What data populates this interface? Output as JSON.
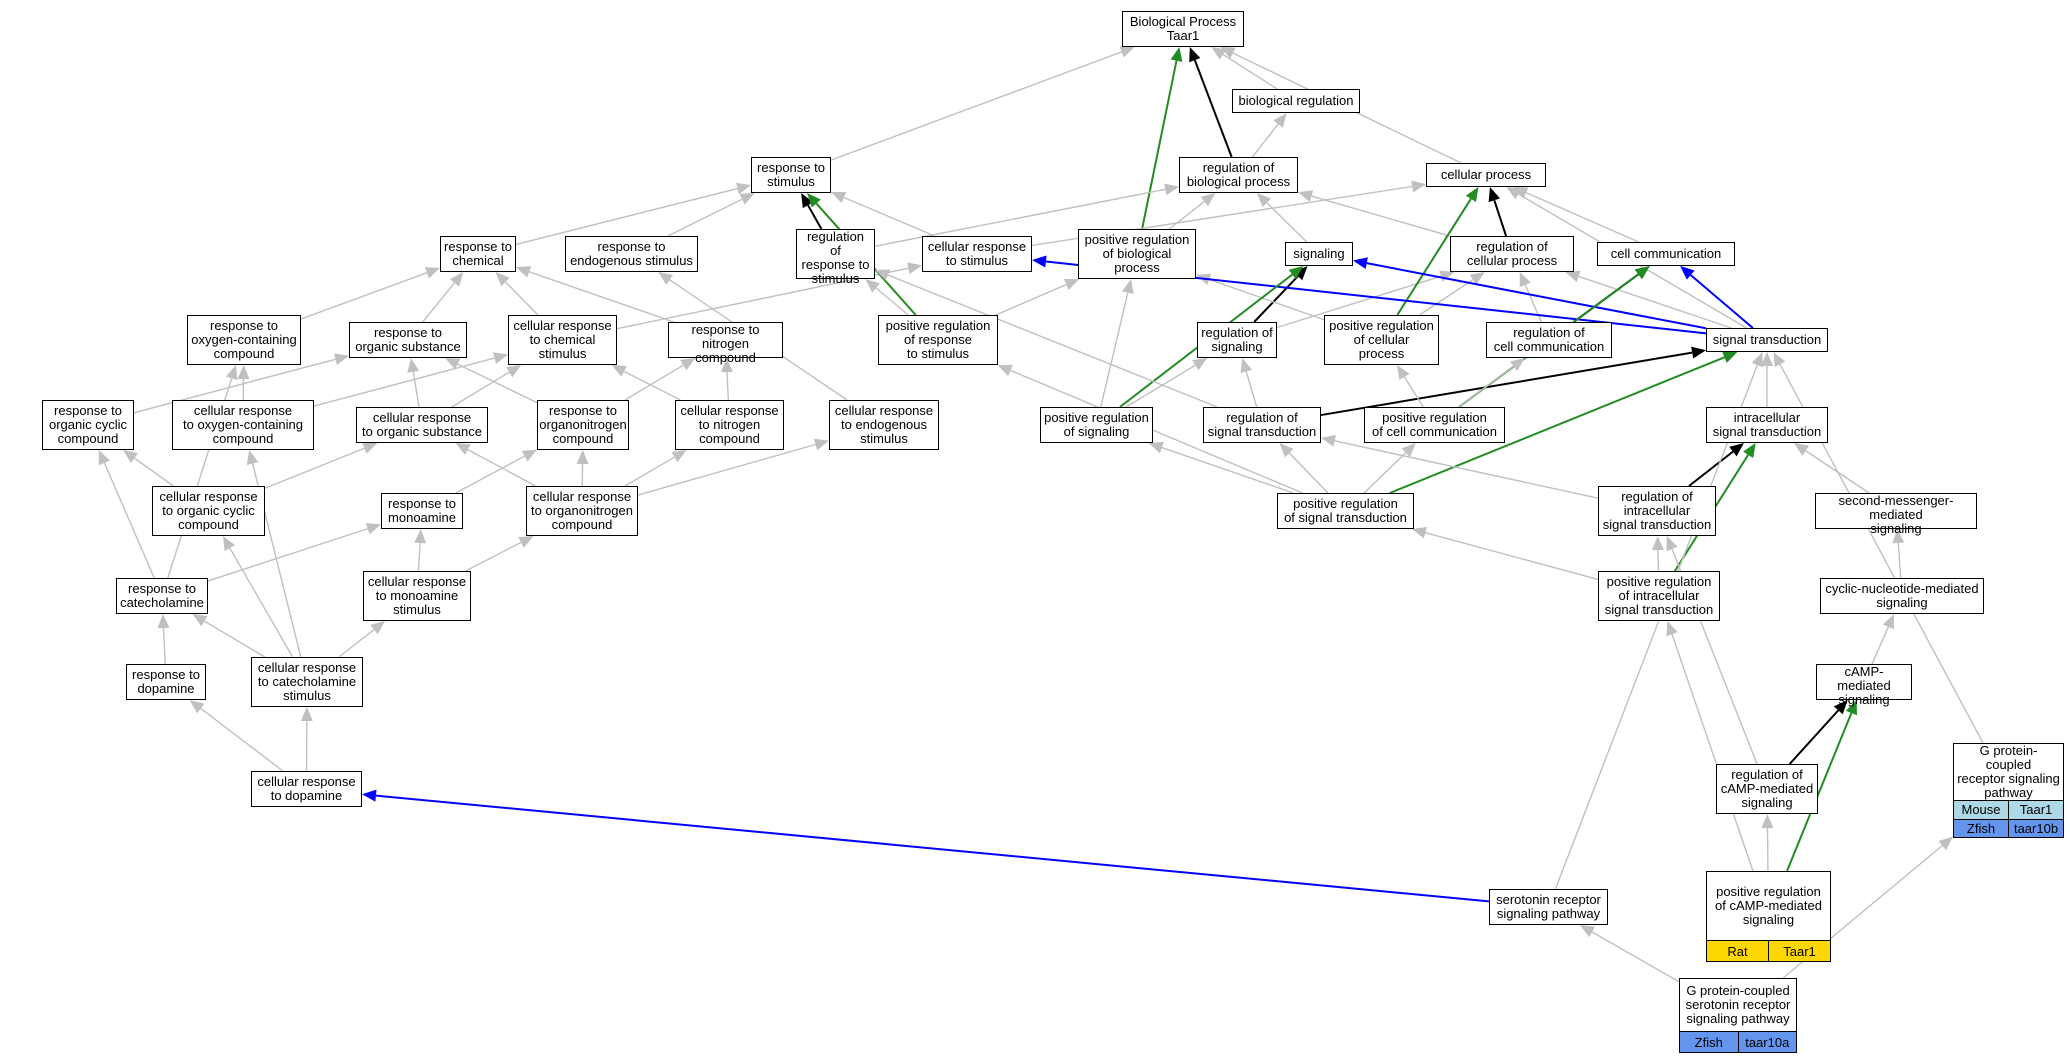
{
  "colors": {
    "edge_default": "#c0c0c0",
    "edge_regulates": "#000000",
    "edge_positively_regulates": "#228b22",
    "edge_part_of": "#0000ff",
    "species_mouse": "#add8e6",
    "species_zfish": "#6495ed",
    "species_rat": "#ffd700"
  },
  "nodes": [
    {
      "id": "bp",
      "label": "Biological Process\nTaar1"
    },
    {
      "id": "bioreg",
      "label": "biological regulation"
    },
    {
      "id": "resp_stim",
      "label": "response to\nstimulus"
    },
    {
      "id": "reg_bp",
      "label": "regulation of\nbiological process"
    },
    {
      "id": "cell_proc",
      "label": "cellular process"
    },
    {
      "id": "resp_chem",
      "label": "response to\nchemical"
    },
    {
      "id": "resp_endo",
      "label": "response to\nendogenous stimulus"
    },
    {
      "id": "reg_resp_stim",
      "label": "regulation of\nresponse to\nstimulus"
    },
    {
      "id": "cell_resp_stim",
      "label": "cellular response\nto stimulus"
    },
    {
      "id": "pos_reg_bp",
      "label": "positive regulation\nof biological\nprocess"
    },
    {
      "id": "signaling",
      "label": "signaling"
    },
    {
      "id": "reg_cell_proc",
      "label": "regulation of\ncellular process"
    },
    {
      "id": "cell_comm",
      "label": "cell communication"
    },
    {
      "id": "resp_oxy",
      "label": "response to\noxygen-containing\ncompound"
    },
    {
      "id": "resp_org",
      "label": "response to\norganic substance"
    },
    {
      "id": "cell_resp_chem",
      "label": "cellular response\nto chemical\nstimulus"
    },
    {
      "id": "resp_nitro",
      "label": "response to\nnitrogen compound"
    },
    {
      "id": "pos_reg_resp_stim",
      "label": "positive regulation\nof response\nto stimulus"
    },
    {
      "id": "reg_signaling",
      "label": "regulation of\nsignaling"
    },
    {
      "id": "pos_reg_cell_proc",
      "label": "positive regulation\nof cellular\nprocess"
    },
    {
      "id": "reg_cell_comm",
      "label": "regulation of\ncell communication"
    },
    {
      "id": "sig_trans",
      "label": "signal transduction"
    },
    {
      "id": "resp_org_cyc",
      "label": "response to\norganic cyclic\ncompound"
    },
    {
      "id": "cell_resp_oxy",
      "label": "cellular response\nto oxygen-containing\ncompound"
    },
    {
      "id": "cell_resp_org",
      "label": "cellular response\nto organic substance"
    },
    {
      "id": "resp_organonitro",
      "label": "response to\norganonitrogen\ncompound"
    },
    {
      "id": "cell_resp_nitro",
      "label": "cellular response\nto nitrogen\ncompound"
    },
    {
      "id": "cell_resp_endo",
      "label": "cellular response\nto endogenous\nstimulus"
    },
    {
      "id": "pos_reg_signaling",
      "label": "positive regulation\nof signaling"
    },
    {
      "id": "reg_sig_trans",
      "label": "regulation of\nsignal transduction"
    },
    {
      "id": "pos_reg_cell_comm",
      "label": "positive regulation\nof cell communication"
    },
    {
      "id": "intra_sig",
      "label": "intracellular\nsignal transduction"
    },
    {
      "id": "cell_resp_org_cyc",
      "label": "cellular response\nto organic cyclic\ncompound"
    },
    {
      "id": "resp_mono",
      "label": "response to\nmonoamine"
    },
    {
      "id": "cell_resp_organonitro",
      "label": "cellular response\nto organonitrogen\ncompound"
    },
    {
      "id": "pos_reg_sig_trans",
      "label": "positive regulation\nof signal transduction"
    },
    {
      "id": "reg_intra",
      "label": "regulation of\nintracellular\nsignal transduction"
    },
    {
      "id": "second_msg",
      "label": "second-messenger-mediated\nsignaling"
    },
    {
      "id": "resp_cat",
      "label": "response to\ncatecholamine"
    },
    {
      "id": "cell_resp_mono",
      "label": "cellular response\nto monoamine\nstimulus"
    },
    {
      "id": "pos_reg_intra",
      "label": "positive regulation\nof intracellular\nsignal transduction"
    },
    {
      "id": "cyc_nuc",
      "label": "cyclic-nucleotide-mediated\nsignaling"
    },
    {
      "id": "resp_dop",
      "label": "response to\ndopamine"
    },
    {
      "id": "cell_resp_cat",
      "label": "cellular response\nto catecholamine\nstimulus"
    },
    {
      "id": "camp",
      "label": "cAMP-mediated\nsignaling"
    },
    {
      "id": "gpcr",
      "label": "G protein-coupled\nreceptor signaling\npathway",
      "genes": [
        {
          "species": "Mouse",
          "gene": "Taar1",
          "color": "#add8e6"
        },
        {
          "species": "Zfish",
          "gene": "taar10b",
          "color": "#6495ed"
        }
      ]
    },
    {
      "id": "cell_resp_dop",
      "label": "cellular response\nto dopamine"
    },
    {
      "id": "reg_camp",
      "label": "regulation of\ncAMP-mediated\nsignaling"
    },
    {
      "id": "pos_reg_camp",
      "label": "positive regulation\nof cAMP-mediated\nsignaling",
      "genes": [
        {
          "species": "Rat",
          "gene": "Taar1",
          "color": "#ffd700"
        }
      ]
    },
    {
      "id": "serot",
      "label": "serotonin receptor\nsignaling pathway"
    },
    {
      "id": "gpcr_serot",
      "label": "G protein-coupled\nserotonin receptor\nsignaling pathway",
      "genes": [
        {
          "species": "Zfish",
          "gene": "taar10a",
          "color": "#6495ed"
        }
      ]
    }
  ],
  "edges": [
    {
      "from": "bioreg",
      "to": "bp",
      "type": "is_a"
    },
    {
      "from": "resp_stim",
      "to": "bp",
      "type": "is_a"
    },
    {
      "from": "reg_bp",
      "to": "bp",
      "type": "regulates"
    },
    {
      "from": "reg_bp",
      "to": "bioreg",
      "type": "is_a"
    },
    {
      "from": "cell_proc",
      "to": "bp",
      "type": "is_a"
    },
    {
      "from": "pos_reg_bp",
      "to": "bp",
      "type": "positively_regulates"
    },
    {
      "from": "resp_chem",
      "to": "resp_stim",
      "type": "is_a"
    },
    {
      "from": "resp_endo",
      "to": "resp_stim",
      "type": "is_a"
    },
    {
      "from": "reg_resp_stim",
      "to": "resp_stim",
      "type": "regulates"
    },
    {
      "from": "reg_resp_stim",
      "to": "reg_bp",
      "type": "is_a"
    },
    {
      "from": "cell_resp_stim",
      "to": "resp_stim",
      "type": "is_a"
    },
    {
      "from": "cell_resp_stim",
      "to": "cell_proc",
      "type": "is_a"
    },
    {
      "from": "pos_reg_bp",
      "to": "reg_bp",
      "type": "is_a"
    },
    {
      "from": "signaling",
      "to": "reg_bp",
      "type": "is_a"
    },
    {
      "from": "reg_cell_proc",
      "to": "reg_bp",
      "type": "is_a"
    },
    {
      "from": "reg_cell_proc",
      "to": "cell_proc",
      "type": "regulates"
    },
    {
      "from": "cell_comm",
      "to": "cell_proc",
      "type": "is_a"
    },
    {
      "from": "resp_oxy",
      "to": "resp_chem",
      "type": "is_a"
    },
    {
      "from": "resp_org",
      "to": "resp_chem",
      "type": "is_a"
    },
    {
      "from": "cell_resp_chem",
      "to": "resp_chem",
      "type": "is_a"
    },
    {
      "from": "cell_resp_chem",
      "to": "cell_resp_stim",
      "type": "is_a"
    },
    {
      "from": "resp_nitro",
      "to": "resp_chem",
      "type": "is_a"
    },
    {
      "from": "pos_reg_resp_stim",
      "to": "resp_stim",
      "type": "positively_regulates"
    },
    {
      "from": "pos_reg_resp_stim",
      "to": "reg_resp_stim",
      "type": "is_a"
    },
    {
      "from": "pos_reg_resp_stim",
      "to": "pos_reg_bp",
      "type": "is_a"
    },
    {
      "from": "reg_signaling",
      "to": "signaling",
      "type": "regulates"
    },
    {
      "from": "reg_signaling",
      "to": "reg_cell_proc",
      "type": "is_a"
    },
    {
      "from": "pos_reg_cell_proc",
      "to": "cell_proc",
      "type": "positively_regulates"
    },
    {
      "from": "pos_reg_cell_proc",
      "to": "reg_cell_proc",
      "type": "is_a"
    },
    {
      "from": "pos_reg_cell_proc",
      "to": "pos_reg_bp",
      "type": "is_a"
    },
    {
      "from": "reg_cell_comm",
      "to": "cell_comm",
      "type": "regulates"
    },
    {
      "from": "reg_cell_comm",
      "to": "reg_cell_proc",
      "type": "is_a"
    },
    {
      "from": "sig_trans",
      "to": "signaling",
      "type": "part_of"
    },
    {
      "from": "sig_trans",
      "to": "cell_comm",
      "type": "part_of"
    },
    {
      "from": "sig_trans",
      "to": "cell_resp_stim",
      "type": "part_of"
    },
    {
      "from": "sig_trans",
      "to": "cell_proc",
      "type": "is_a"
    },
    {
      "from": "sig_trans",
      "to": "reg_cell_proc",
      "type": "is_a"
    },
    {
      "from": "resp_org_cyc",
      "to": "resp_org",
      "type": "is_a"
    },
    {
      "from": "cell_resp_oxy",
      "to": "resp_oxy",
      "type": "is_a"
    },
    {
      "from": "cell_resp_oxy",
      "to": "cell_resp_chem",
      "type": "is_a"
    },
    {
      "from": "cell_resp_org",
      "to": "resp_org",
      "type": "is_a"
    },
    {
      "from": "cell_resp_org",
      "to": "cell_resp_chem",
      "type": "is_a"
    },
    {
      "from": "resp_organonitro",
      "to": "resp_org",
      "type": "is_a"
    },
    {
      "from": "resp_organonitro",
      "to": "resp_nitro",
      "type": "is_a"
    },
    {
      "from": "cell_resp_nitro",
      "to": "resp_nitro",
      "type": "is_a"
    },
    {
      "from": "cell_resp_nitro",
      "to": "cell_resp_chem",
      "type": "is_a"
    },
    {
      "from": "cell_resp_endo",
      "to": "resp_endo",
      "type": "is_a"
    },
    {
      "from": "pos_reg_signaling",
      "to": "signaling",
      "type": "positively_regulates"
    },
    {
      "from": "pos_reg_signaling",
      "to": "reg_signaling",
      "type": "is_a"
    },
    {
      "from": "pos_reg_signaling",
      "to": "pos_reg_bp",
      "type": "is_a"
    },
    {
      "from": "reg_sig_trans",
      "to": "sig_trans",
      "type": "regulates"
    },
    {
      "from": "reg_sig_trans",
      "to": "reg_signaling",
      "type": "is_a"
    },
    {
      "from": "reg_sig_trans",
      "to": "reg_resp_stim",
      "type": "is_a"
    },
    {
      "from": "pos_reg_cell_comm",
      "to": "cell_comm",
      "type": "positively_regulates"
    },
    {
      "from": "pos_reg_cell_comm",
      "to": "reg_cell_comm",
      "type": "is_a"
    },
    {
      "from": "pos_reg_cell_comm",
      "to": "pos_reg_cell_proc",
      "type": "is_a"
    },
    {
      "from": "intra_sig",
      "to": "sig_trans",
      "type": "is_a"
    },
    {
      "from": "cell_resp_org_cyc",
      "to": "resp_org_cyc",
      "type": "is_a"
    },
    {
      "from": "cell_resp_org_cyc",
      "to": "cell_resp_org",
      "type": "is_a"
    },
    {
      "from": "resp_mono",
      "to": "resp_organonitro",
      "type": "is_a"
    },
    {
      "from": "cell_resp_organonitro",
      "to": "resp_organonitro",
      "type": "is_a"
    },
    {
      "from": "cell_resp_organonitro",
      "to": "cell_resp_org",
      "type": "is_a"
    },
    {
      "from": "cell_resp_organonitro",
      "to": "cell_resp_nitro",
      "type": "is_a"
    },
    {
      "from": "cell_resp_organonitro",
      "to": "cell_resp_endo",
      "type": "is_a"
    },
    {
      "from": "pos_reg_sig_trans",
      "to": "sig_trans",
      "type": "positively_regulates"
    },
    {
      "from": "pos_reg_sig_trans",
      "to": "reg_sig_trans",
      "type": "is_a"
    },
    {
      "from": "pos_reg_sig_trans",
      "to": "pos_reg_signaling",
      "type": "is_a"
    },
    {
      "from": "pos_reg_sig_trans",
      "to": "pos_reg_cell_comm",
      "type": "is_a"
    },
    {
      "from": "pos_reg_sig_trans",
      "to": "pos_reg_resp_stim",
      "type": "is_a"
    },
    {
      "from": "reg_intra",
      "to": "intra_sig",
      "type": "regulates"
    },
    {
      "from": "reg_intra",
      "to": "reg_sig_trans",
      "type": "is_a"
    },
    {
      "from": "second_msg",
      "to": "intra_sig",
      "type": "is_a"
    },
    {
      "from": "resp_cat",
      "to": "resp_mono",
      "type": "is_a"
    },
    {
      "from": "resp_cat",
      "to": "resp_org_cyc",
      "type": "is_a"
    },
    {
      "from": "resp_cat",
      "to": "resp_oxy",
      "type": "is_a"
    },
    {
      "from": "cell_resp_mono",
      "to": "resp_mono",
      "type": "is_a"
    },
    {
      "from": "cell_resp_mono",
      "to": "cell_resp_organonitro",
      "type": "is_a"
    },
    {
      "from": "pos_reg_intra",
      "to": "intra_sig",
      "type": "positively_regulates"
    },
    {
      "from": "pos_reg_intra",
      "to": "reg_intra",
      "type": "is_a"
    },
    {
      "from": "pos_reg_intra",
      "to": "pos_reg_sig_trans",
      "type": "is_a"
    },
    {
      "from": "cyc_nuc",
      "to": "second_msg",
      "type": "is_a"
    },
    {
      "from": "resp_dop",
      "to": "resp_cat",
      "type": "is_a"
    },
    {
      "from": "cell_resp_cat",
      "to": "resp_cat",
      "type": "is_a"
    },
    {
      "from": "cell_resp_cat",
      "to": "cell_resp_mono",
      "type": "is_a"
    },
    {
      "from": "cell_resp_cat",
      "to": "cell_resp_org_cyc",
      "type": "is_a"
    },
    {
      "from": "cell_resp_cat",
      "to": "cell_resp_oxy",
      "type": "is_a"
    },
    {
      "from": "camp",
      "to": "cyc_nuc",
      "type": "is_a"
    },
    {
      "from": "gpcr",
      "to": "sig_trans",
      "type": "is_a"
    },
    {
      "from": "cell_resp_dop",
      "to": "resp_dop",
      "type": "is_a"
    },
    {
      "from": "cell_resp_dop",
      "to": "cell_resp_cat",
      "type": "is_a"
    },
    {
      "from": "reg_camp",
      "to": "camp",
      "type": "regulates"
    },
    {
      "from": "reg_camp",
      "to": "reg_intra",
      "type": "is_a"
    },
    {
      "from": "pos_reg_camp",
      "to": "camp",
      "type": "positively_regulates"
    },
    {
      "from": "pos_reg_camp",
      "to": "reg_camp",
      "type": "is_a"
    },
    {
      "from": "pos_reg_camp",
      "to": "pos_reg_intra",
      "type": "is_a"
    },
    {
      "from": "serot",
      "to": "sig_trans",
      "type": "is_a"
    },
    {
      "from": "serot",
      "to": "cell_resp_dop",
      "type": "part_of"
    },
    {
      "from": "gpcr_serot",
      "to": "serot",
      "type": "is_a"
    },
    {
      "from": "gpcr_serot",
      "to": "gpcr",
      "type": "is_a"
    }
  ]
}
